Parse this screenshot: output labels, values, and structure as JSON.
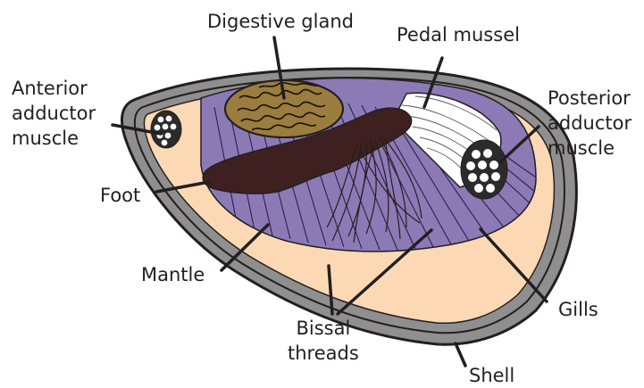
{
  "colors": {
    "background": "#ffffff",
    "shell": "#8f8f8f",
    "mantle": "#fcd9b4",
    "gills": "#8c7ab7",
    "digestive_gland": "#9a7d3f",
    "foot": "#3f2020",
    "pedal_muscle": "#ffffff",
    "adductor": "#2b2b2b",
    "outline": "#231f20"
  },
  "labels": {
    "digestive_gland": "Digestive gland",
    "pedal_mussel": "Pedal mussel",
    "anterior_adductor": [
      "Anterior",
      "adductor",
      "muscle"
    ],
    "posterior_adductor": [
      "Posterior",
      "adductor",
      "muscle"
    ],
    "foot": "Foot",
    "mantle": "Mantle",
    "gills": "Gills",
    "bissal_threads": [
      "Bissal",
      "threads"
    ],
    "shell": "Shell"
  }
}
